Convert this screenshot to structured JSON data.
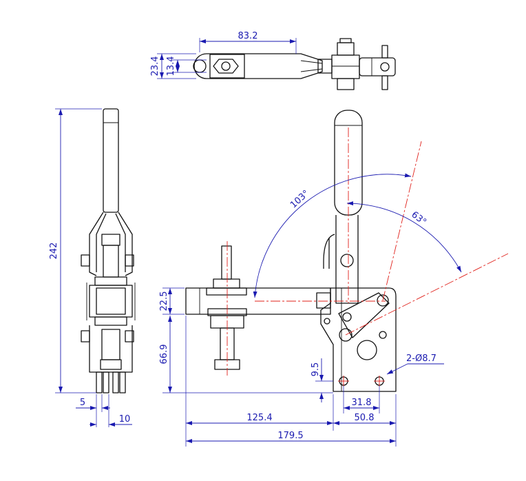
{
  "colors": {
    "part": "#111111",
    "dimension": "#1a1ab0",
    "centerline": "#e0201a"
  },
  "dimensions": {
    "top_width": "83.2",
    "top_height_outer": "23.4",
    "top_height_inner": "13.4",
    "side_height": "242",
    "side_foot_left": "5",
    "side_foot_right": "10",
    "angle_open": "103°",
    "angle_handle": "63°",
    "bar_height": "22.5",
    "spindle_height": "66.9",
    "base_offset": "9.5",
    "hole_spec": "2-",
    "hole_diameter": "8.7",
    "hole_spacing": "31.8",
    "base_width": "50.8",
    "bar_length": "125.4",
    "total_length": "179.5"
  }
}
